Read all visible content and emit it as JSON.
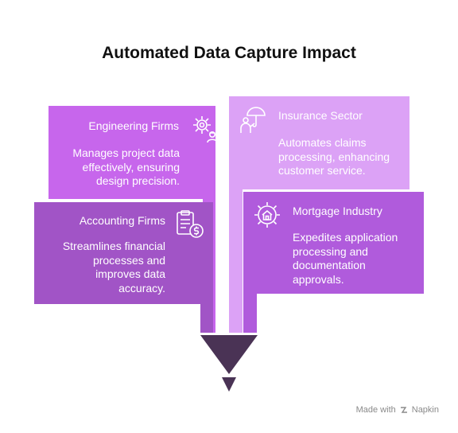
{
  "title": "Automated Data Capture Impact",
  "cards": [
    {
      "title": "Engineering Firms",
      "description": "Manages project data effectively, ensuring design precision.",
      "icon": "gear-engineer-icon",
      "color": "#c766ec"
    },
    {
      "title": "Insurance Sector",
      "description": "Automates claims processing, enhancing customer service.",
      "icon": "umbrella-person-icon",
      "color": "#dca2f6"
    },
    {
      "title": "Accounting Firms",
      "description": "Streamlines financial processes and improves data accuracy.",
      "icon": "clipboard-dollar-icon",
      "color": "#a154c6"
    },
    {
      "title": "Mortgage Industry",
      "description": "Expedites application processing and documentation approvals.",
      "icon": "house-gear-icon",
      "color": "#b05bdc"
    }
  ],
  "funnel_color": "#4a3355",
  "footer": {
    "made_with": "Made with",
    "brand": "Napkin"
  }
}
